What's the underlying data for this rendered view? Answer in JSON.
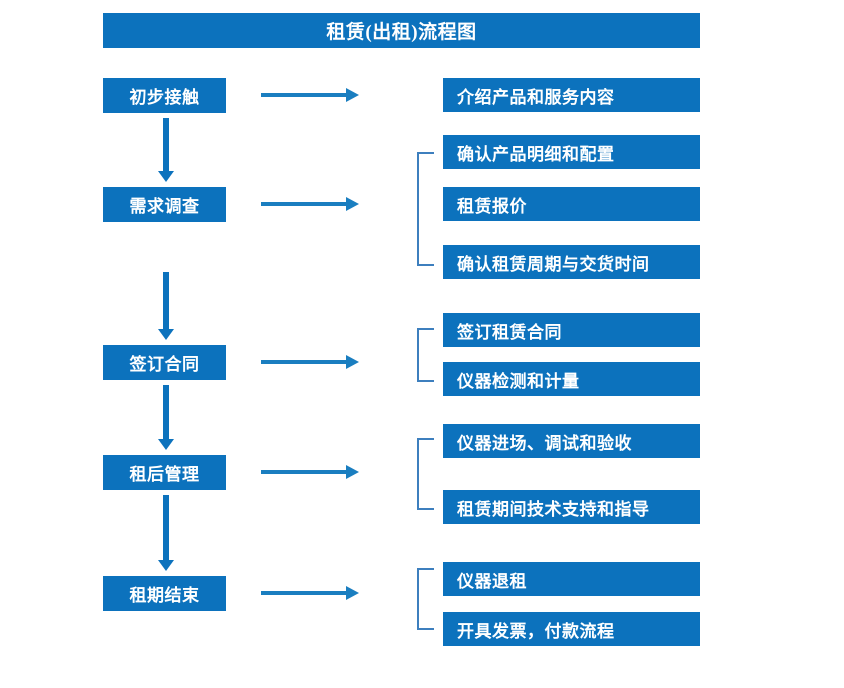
{
  "diagram": {
    "title": "租赁(出租)流程图",
    "colors": {
      "box_fill": "#0c72bd",
      "box_text": "#ffffff",
      "arrow": "#1a7ec0",
      "bracket": "#3d7fbe",
      "background": "#ffffff"
    },
    "stages": [
      {
        "label": "初步接触"
      },
      {
        "label": "需求调查"
      },
      {
        "label": "签订合同"
      },
      {
        "label": "租后管理"
      },
      {
        "label": "租期结束"
      }
    ],
    "details": [
      {
        "label": "介绍产品和服务内容"
      },
      {
        "label": "确认产品明细和配置"
      },
      {
        "label": "租赁报价"
      },
      {
        "label": "确认租赁周期与交货时间"
      },
      {
        "label": "签订租赁合同"
      },
      {
        "label": "仪器检测和计量"
      },
      {
        "label": "仪器进场、调试和验收"
      },
      {
        "label": "租赁期间技术支持和指导"
      },
      {
        "label": "仪器退租"
      },
      {
        "label": "开具发票，付款流程"
      }
    ]
  }
}
